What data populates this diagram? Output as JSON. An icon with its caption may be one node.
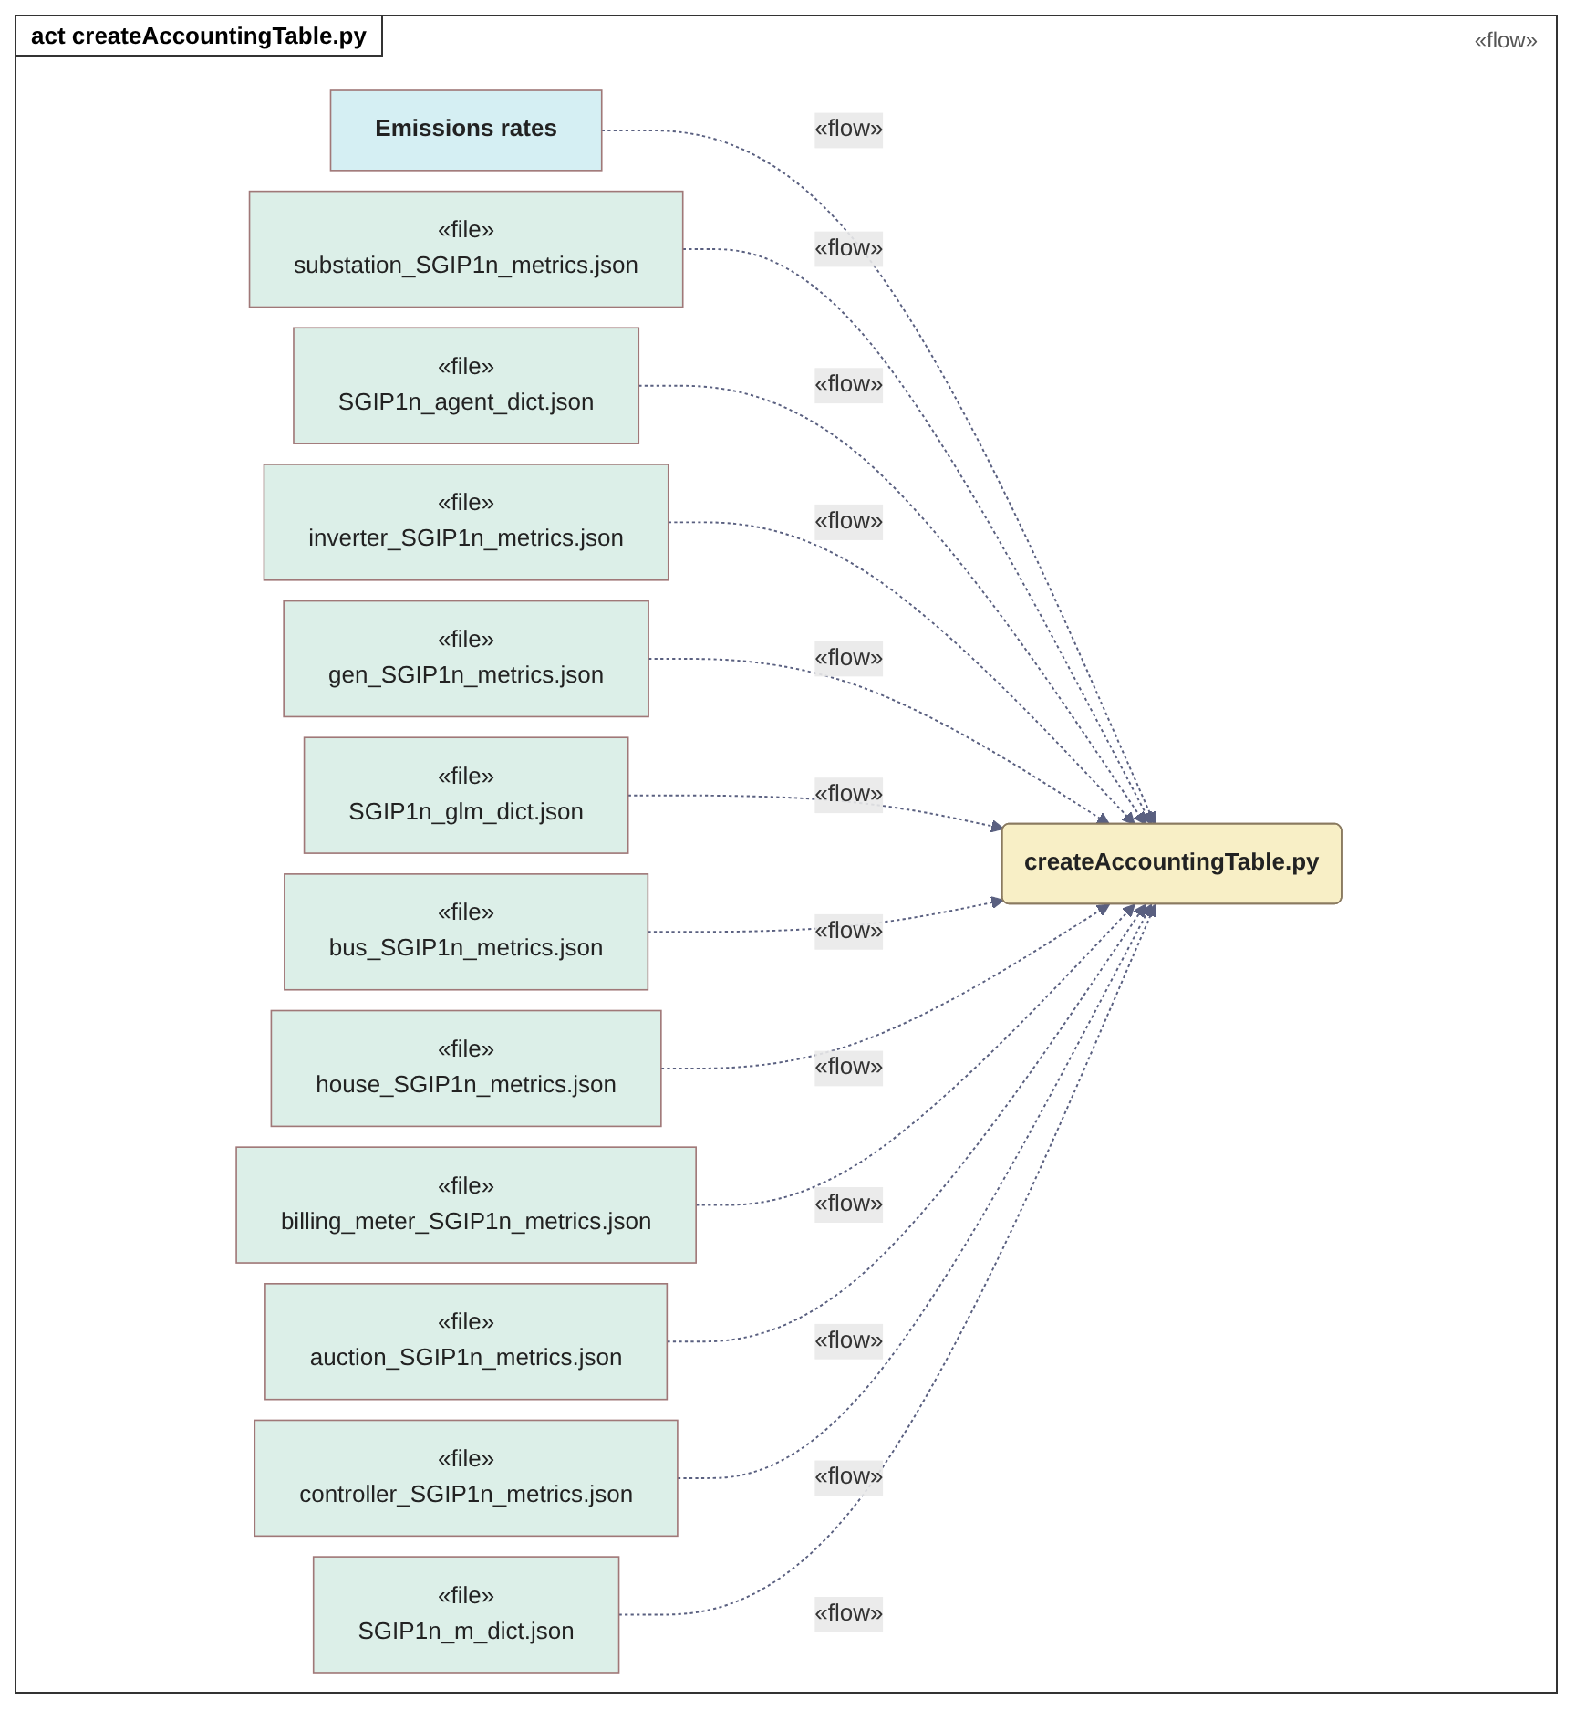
{
  "diagram": {
    "title": "act createAccountingTable.py",
    "nodes": [
      {
        "text": [
          "Emissions rates"
        ]
      },
      {
        "text": [
          "«file»",
          "substation_SGIP1n_metrics.json"
        ]
      },
      {
        "text": [
          "«file»",
          "SGIP1n_agent_dict.json"
        ]
      },
      {
        "text": [
          "«file»",
          "inverter_SGIP1n_metrics.json"
        ]
      },
      {
        "text": [
          "«file»",
          "gen_SGIP1n_metrics.json"
        ]
      },
      {
        "text": [
          "«file»",
          "SGIP1n_glm_dict.json"
        ]
      },
      {
        "text": [
          "«file»",
          "bus_SGIP1n_metrics.json"
        ]
      },
      {
        "text": [
          "«file»",
          "house_SGIP1n_metrics.json"
        ]
      },
      {
        "text": [
          "«file»",
          "billing_meter_SGIP1n_metrics.json"
        ]
      },
      {
        "text": [
          "«file»",
          "auction_SGIP1n_metrics.json"
        ]
      },
      {
        "text": [
          "«file»",
          "controller_SGIP1n_metrics.json"
        ]
      },
      {
        "text": [
          "«file»",
          "SGIP1n_m_dict.json"
        ]
      },
      {
        "text": [
          "createAccountingTable.py"
        ]
      }
    ],
    "edges": [
      {
        "from": 0,
        "to": 12,
        "arrow": "to",
        "label": "«flow»",
        "style": "dashed"
      },
      {
        "from": 1,
        "to": 12,
        "arrow": "to",
        "label": "«flow»",
        "style": "dashed"
      },
      {
        "from": 2,
        "to": 12,
        "arrow": "to",
        "label": "«flow»",
        "style": "dashed"
      },
      {
        "from": 3,
        "to": 12,
        "arrow": "to",
        "label": "«flow»",
        "style": "dashed"
      },
      {
        "from": 4,
        "to": 12,
        "arrow": "to",
        "label": "«flow»",
        "style": "dashed"
      },
      {
        "from": 5,
        "to": 12,
        "arrow": "to",
        "label": "«flow»",
        "style": "dashed"
      },
      {
        "from": 6,
        "to": 12,
        "arrow": "to",
        "label": "«flow»",
        "style": "dashed"
      },
      {
        "from": 7,
        "to": 12,
        "arrow": "to",
        "label": "«flow»",
        "style": "dashed"
      },
      {
        "from": 8,
        "to": 12,
        "arrow": "to",
        "label": "«flow»",
        "style": "dashed"
      },
      {
        "from": 9,
        "to": 12,
        "arrow": "to",
        "label": "«flow»",
        "style": "dashed"
      },
      {
        "from": 10,
        "to": 12,
        "arrow": "to",
        "label": "«flow»",
        "style": "dashed"
      },
      {
        "from": 11,
        "to": 12,
        "arrow": "to",
        "label": "«flow»",
        "style": "dashed"
      }
    ],
    "labels": [
      "«flow»"
    ]
  }
}
